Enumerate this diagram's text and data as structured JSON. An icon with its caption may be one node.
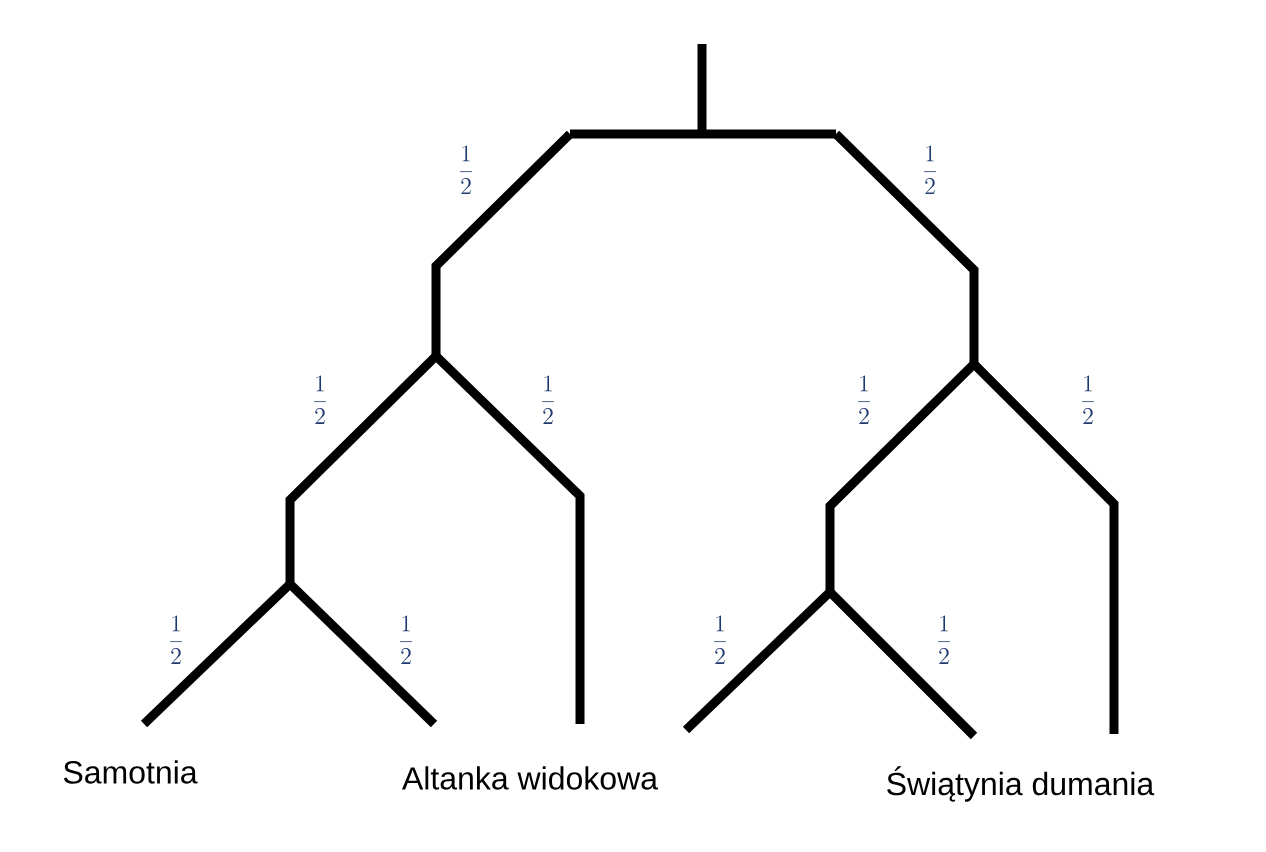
{
  "diagram": {
    "labels": [
      "\\frac{1}{2}",
      "\\frac{1}{2}",
      "\\frac{1}{2}",
      "\\frac{1}{2}",
      "\\frac{1}{2}",
      "\\frac{1}{2}",
      "\\frac{1}{2}",
      "\\frac{1}{2}",
      "\\frac{1}{2}",
      "\\frac{1}{2}",
      "Samotnia",
      "Altanka widokowa",
      "Świątynia dumania"
    ]
  }
}
